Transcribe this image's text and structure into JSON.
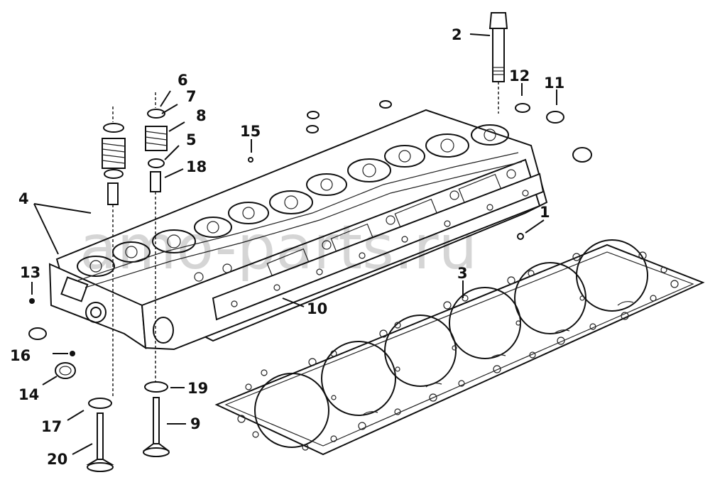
{
  "callouts": [
    "1",
    "2",
    "3",
    "4",
    "5",
    "6",
    "7",
    "8",
    "9",
    "10",
    "11",
    "12",
    "13",
    "14",
    "15",
    "16",
    "17",
    "18",
    "19",
    "20"
  ],
  "watermark": "amo-parts.ru",
  "icons": {
    "cylinder-head": "cylinder-head-drawing",
    "head-gasket": "gasket-drawing",
    "bolt": "bolt-drawing",
    "valve": "valve-drawing",
    "valve-spring": "spring-drawing"
  }
}
